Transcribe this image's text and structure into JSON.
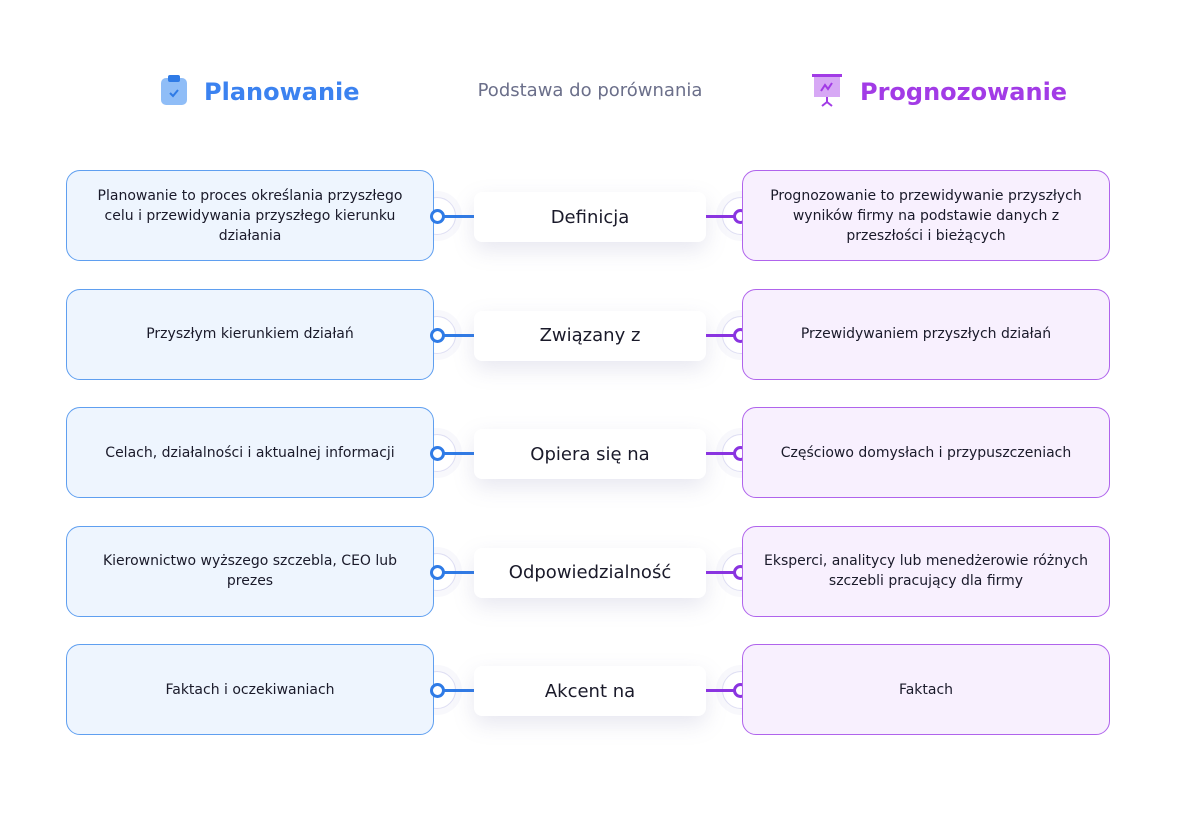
{
  "header": {
    "left_title": "Planowanie",
    "middle_title": "Podstawa do porównania",
    "right_title": "Prognozowanie",
    "left_icon": "clipboard-check-icon",
    "right_icon": "presentation-chart-icon"
  },
  "colors": {
    "planning": "#2f7be6",
    "forecasting": "#9b3fe0"
  },
  "rows": [
    {
      "basis": "Definicja",
      "planning": "Planowanie to proces określania przyszłego celu i przewidywania przyszłego kierunku działania",
      "forecasting": "Prognozowanie to przewidywanie przyszłych wyników firmy na podstawie danych z przeszłości i bieżących"
    },
    {
      "basis": "Związany z",
      "planning": "Przyszłym kierunkiem działań",
      "forecasting": "Przewidywaniem przyszłych działań"
    },
    {
      "basis": "Opiera się na",
      "planning": "Celach, działalności i aktualnej informacji",
      "forecasting": "Częściowo domysłach i przypuszczeniach"
    },
    {
      "basis": "Odpowiedzialność",
      "planning": "Kierownictwo wyższego szczebla, CEO lub prezes",
      "forecasting": "Eksperci, analitycy lub menedżerowie różnych szczebli pracujący dla firmy"
    },
    {
      "basis": "Akcent na",
      "planning": "Faktach i oczekiwaniach",
      "forecasting": "Faktach"
    }
  ]
}
